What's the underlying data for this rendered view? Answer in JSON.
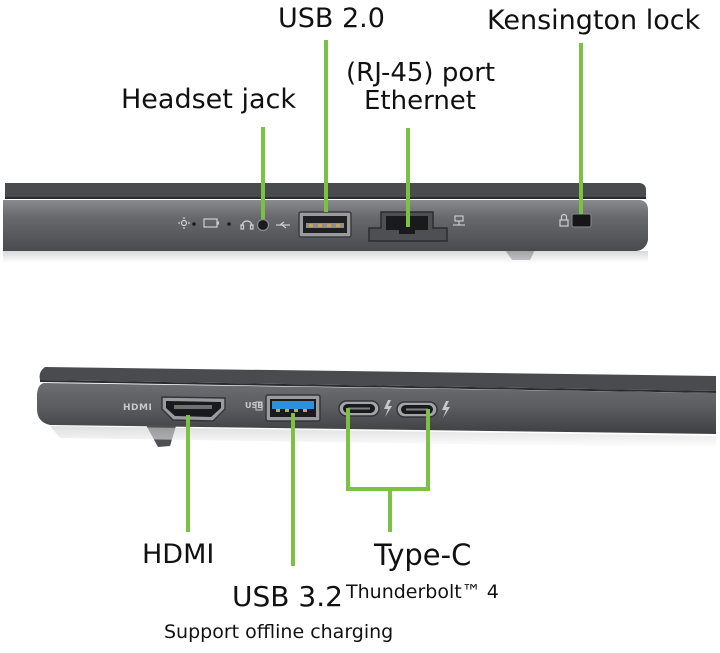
{
  "labels": {
    "usb20": "USB 2.0",
    "kensington": "Kensington lock",
    "rj45": "(RJ-45) port",
    "ethernet": "Ethernet",
    "headset": "Headset jack",
    "hdmi": "HDMI",
    "type_c": "Type-C",
    "usb32": "USB 3.2",
    "thunderbolt": "Thunderbolt™ 4",
    "offline_charging": "Support offline charging"
  },
  "port_markings": {
    "hdmi_logo": "HDMI",
    "usb_logo": "USB"
  },
  "colors": {
    "callout_line": "#7bc143",
    "chassis": "#5f6064",
    "chassis_dark": "#3f4044",
    "usb32_insert": "#2f8fd8"
  },
  "icons": {
    "light": "sun-icon",
    "battery": "battery-icon",
    "headset": "headset-icon",
    "usb": "usb-icon",
    "network": "network-icon",
    "lock": "lock-icon",
    "thunderbolt": "lightning-icon"
  }
}
